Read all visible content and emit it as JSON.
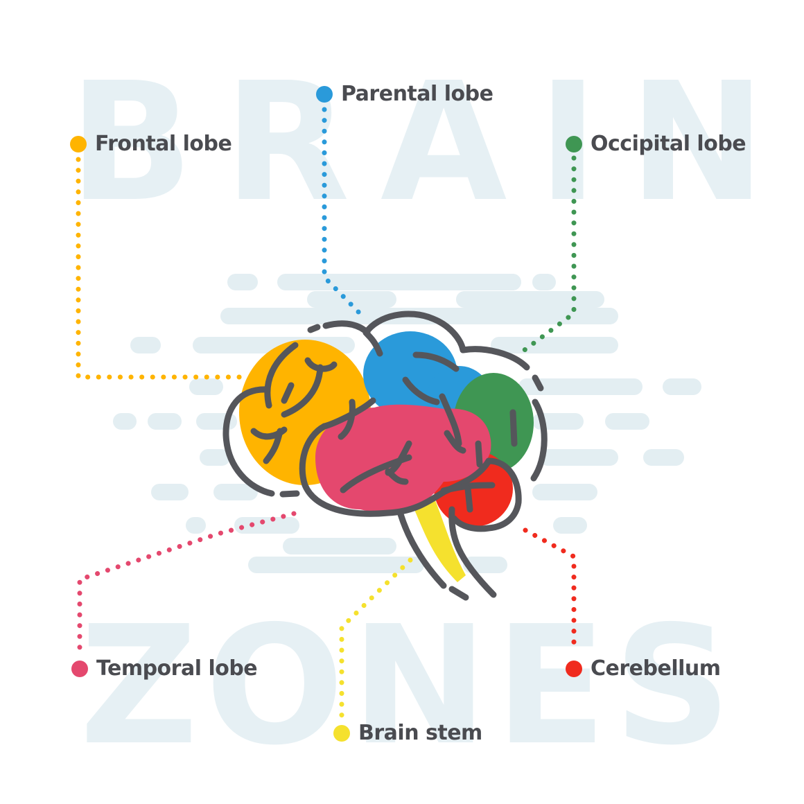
{
  "background": {
    "watermark_top": "BRAIN",
    "watermark_bottom": "ZONES",
    "watermark_color": "#e6f0f4",
    "streak_color": "#e3eef2"
  },
  "diagram": {
    "subject": "brain-icon",
    "outline_color": "#55565b",
    "zones": [
      {
        "id": "frontal",
        "label": "Frontal lobe",
        "color": "#ffb400"
      },
      {
        "id": "parietal",
        "label": "Parental lobe",
        "color": "#2a9ada"
      },
      {
        "id": "occipital",
        "label": "Occipital lobe",
        "color": "#3f9653"
      },
      {
        "id": "temporal",
        "label": "Temporal lobe",
        "color": "#e4486e"
      },
      {
        "id": "brainstem",
        "label": "Brain stem",
        "color": "#f5e12e"
      },
      {
        "id": "cerebellum",
        "label": "Cerebellum",
        "color": "#f02b1e"
      }
    ]
  },
  "labels": {
    "frontal": "Frontal lobe",
    "parietal": "Parental lobe",
    "occipital": "Occipital lobe",
    "temporal": "Temporal lobe",
    "brainstem": "Brain stem",
    "cerebellum": "Cerebellum"
  },
  "colors": {
    "text": "#4a4b50",
    "frontal": "#ffb400",
    "parietal": "#2a9ada",
    "occipital": "#3f9653",
    "temporal": "#e4486e",
    "brainstem": "#f5e12e",
    "cerebellum": "#f02b1e",
    "outline": "#55565b"
  }
}
